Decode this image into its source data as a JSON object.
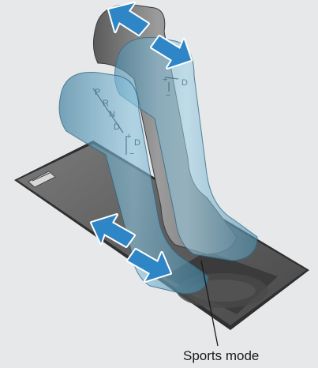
{
  "caption": {
    "label": "Sports mode"
  },
  "colors": {
    "background": "#e7e8ea",
    "plate": "#6b6b6b",
    "ghost_lever": "#7fb4cc",
    "arrow_fill": "#2f86c6",
    "arrow_outline": "#ffffff",
    "leader_line": "#1a1a1a"
  },
  "arrows": [
    {
      "name": "upper-shift-forward-arrow",
      "direction": "up-left"
    },
    {
      "name": "upper-shift-rearward-arrow",
      "direction": "down-right"
    },
    {
      "name": "lower-shift-forward-arrow",
      "direction": "up-left"
    },
    {
      "name": "lower-shift-rearward-arrow",
      "direction": "down-right"
    }
  ],
  "icons": [
    "gear-lever-icon",
    "shift-arrow-icon"
  ]
}
